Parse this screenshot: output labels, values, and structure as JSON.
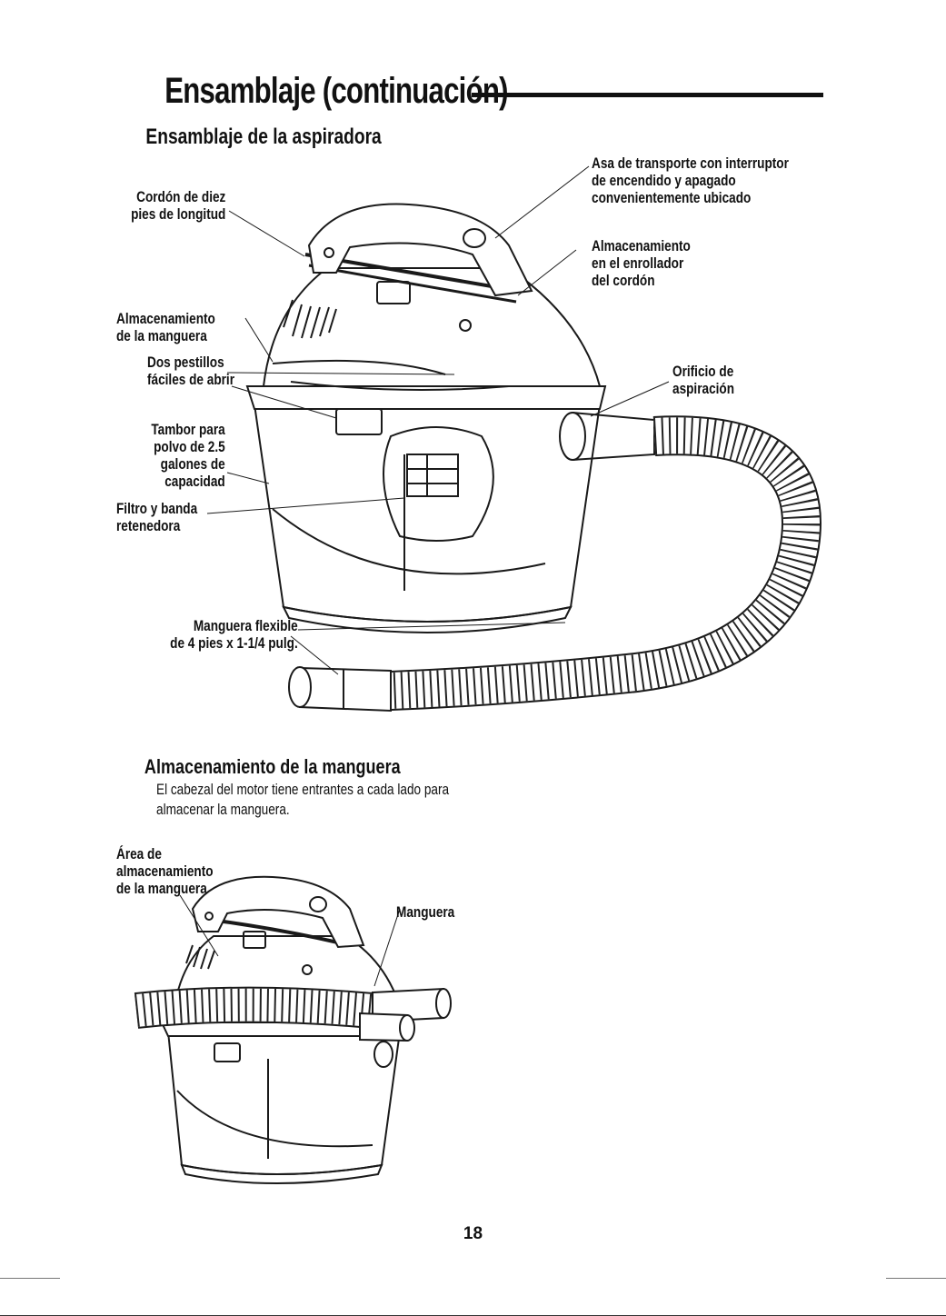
{
  "page": {
    "title": "Ensamblaje (continuación)",
    "page_number": "18"
  },
  "section_assembly": {
    "heading": "Ensamblaje de la aspiradora",
    "labels": {
      "cord": "Cordón de diez\npies de longitud",
      "handle": "Asa de transporte con interruptor\nde encendido y apagado\nconvenientemente ubicado",
      "cord_wrap": "Almacenamiento\nen el enrollador\ndel cordón",
      "hose_storage": "Almacenamiento\nde la manguera",
      "latches": "Dos pestillos\nfáciles de abrir",
      "suction_port": "Orificio de\naspiración",
      "drum": "Tambor para\npolvo de 2.5\ngalones de\ncapacidad",
      "filter": "Filtro y banda\nretenedora",
      "hose": "Manguera flexible\nde 4 pies x 1-1/4 pulg."
    }
  },
  "section_hose_storage": {
    "heading": "Almacenamiento de la manguera",
    "body": "El cabezal del motor tiene entrantes a cada lado para almacenar la manguera.",
    "labels": {
      "storage_area": "Área de\nalmacenamiento\nde la manguera",
      "hose": "Manguera"
    }
  }
}
